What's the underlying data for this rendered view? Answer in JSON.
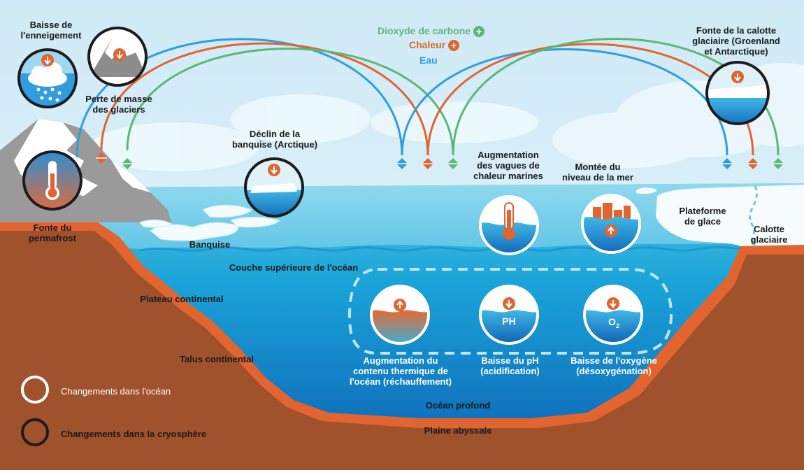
{
  "colors": {
    "co2": "#5bb877",
    "heat": "#e2642f",
    "water": "#2f9de0",
    "ocean_border": "#ffffff",
    "cryo_border": "#1c1c1c"
  },
  "flows": {
    "co2": "Dioxyde de carbone",
    "heat": "Chaleur",
    "water": "Eau"
  },
  "labels": {
    "snow": "Baisse de\nl'enneigement",
    "glaciers": "Perte de masse\ndes glaciers",
    "permafrost": "Fonte du\npermafrost",
    "seaice_decline": "Déclin de la\nbanquise (Arctique)",
    "icecap_melt": "Fonte de la calotte\nglaciaire (Groenland\net Antarctique)",
    "heatwaves": "Augmentation\ndes vagues de\nchaleur marines",
    "sealevel": "Montée du\nniveau de la mer",
    "ice_shelf": "Plateforme\nde glace",
    "ice_cap": "Calotte\nglaciaire",
    "sea_ice": "Banquise",
    "upper_ocean": "Couche supérieure de l'océan",
    "shelf": "Plateau continental",
    "slope": "Talus continental",
    "heat_content": "Augmentation du\ncontenu thermique de\nl'océan (réchauffement)",
    "ph_drop": "Baisse du pH\n(acidification)",
    "oxygen_drop": "Baisse de l'oxygène\n(désoxygénation)",
    "deep_ocean": "Océan profond",
    "abyssal": "Plaine abyssale",
    "ph_symbol": "PH",
    "o2_symbol": "O",
    "o2_sub": "2"
  },
  "legend": {
    "ocean": "Changements dans l'océan",
    "cryo": "Changements dans la cryosphère"
  },
  "icons": [
    "snowfall-icon",
    "glacier-icon",
    "thermometer-icon",
    "sea-ice-icon",
    "ice-cap-icon",
    "sea-level-icon",
    "ocean-heat-icon",
    "ph-icon",
    "oxygen-icon"
  ]
}
